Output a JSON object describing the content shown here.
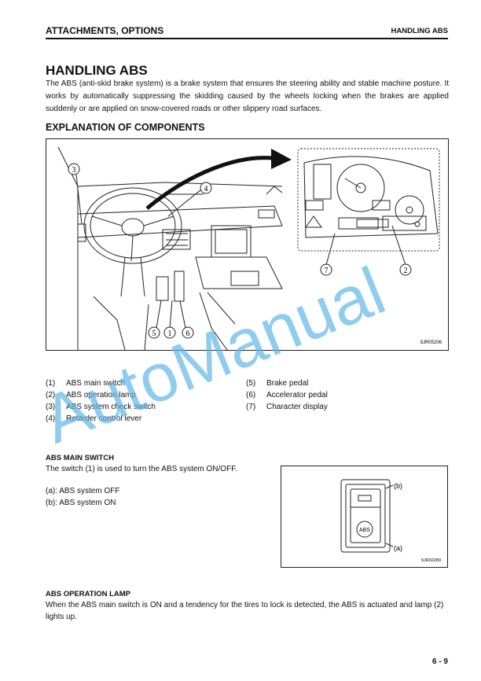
{
  "header": {
    "section": "ATTACHMENTS, OPTIONS",
    "topic": "HANDLING ABS"
  },
  "title": "HANDLING ABS",
  "intro": "The ABS (anti-skid brake system) is a brake system that ensures the steering ability and stable machine posture. It works by automatically suppressing the skidding caused by the wheels locking when the brakes are applied suddenly or are applied on snow-covered roads or other slippery road surfaces.",
  "components_heading": "EXPLANATION OF COMPONENTS",
  "figure1": {
    "code": "9JR05206",
    "callouts": [
      "3",
      "4",
      "7",
      "2",
      "5",
      "1",
      "6"
    ]
  },
  "legend": {
    "left": [
      {
        "num": "(1)",
        "label": "ABS main switch"
      },
      {
        "num": "(2)",
        "label": "ABS operation lamp"
      },
      {
        "num": "(3)",
        "label": "ABS system check switch"
      },
      {
        "num": "(4)",
        "label": "Retarder control lever"
      }
    ],
    "right": [
      {
        "num": "(5)",
        "label": "Brake pedal"
      },
      {
        "num": "(6)",
        "label": "Accelerator pedal"
      },
      {
        "num": "(7)",
        "label": "Character display"
      }
    ]
  },
  "main_switch": {
    "heading": "ABS MAIN SWITCH",
    "text": "The switch (1) is used to turn the ABS system ON/OFF.",
    "state_a": "(a): ABS system OFF",
    "state_b": "(b): ABS system ON"
  },
  "figure2": {
    "label_b": "(b)",
    "label_a": "(a)",
    "switch_text": "ABS",
    "code": "9JR02289"
  },
  "operation_lamp": {
    "heading": "ABS OPERATION LAMP",
    "text": "When the ABS main switch is ON and a tendency for the tires to lock is detected, the ABS is actuated and lamp (2) lights up."
  },
  "page_number": "6 - 9",
  "watermark": "AutoManual",
  "colors": {
    "watermark": "#5fb6e6",
    "ink": "#111111"
  }
}
